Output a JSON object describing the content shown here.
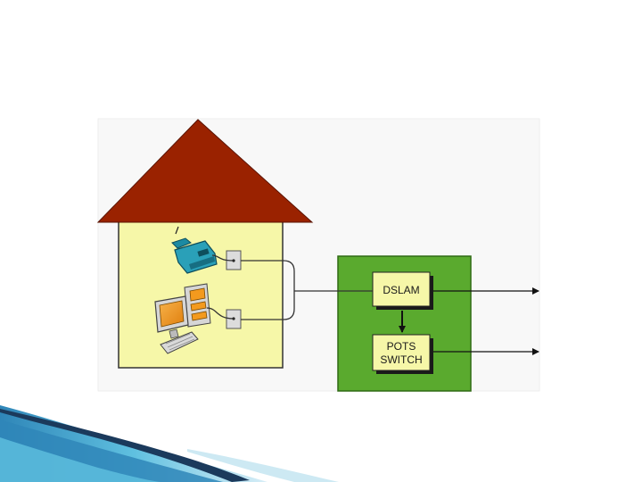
{
  "diagram": {
    "nodes": {
      "dslam": {
        "label": "DSLAM"
      },
      "pots_switch": {
        "label_line1": "POTS",
        "label_line2": "SWITCH"
      }
    },
    "colors": {
      "roof": "#9a2200",
      "house_wall": "#f6f7a8",
      "central_office": "#5aaa2e",
      "node_box": "#f6f7a8",
      "background_panel": "#f8f8f8",
      "telephone": "#2aa0b8",
      "computer_screen": "#f39a1e",
      "wire": "#333333"
    },
    "icons": [
      "telephone-icon",
      "computer-icon",
      "keyboard-icon",
      "wall-jack-icon"
    ],
    "edges": [
      {
        "from": "telephone",
        "to": "wall-jack-top"
      },
      {
        "from": "computer",
        "to": "wall-jack-bottom"
      },
      {
        "from": "wall-jacks",
        "to": "dslam"
      },
      {
        "from": "dslam",
        "to": "pots_switch"
      },
      {
        "from": "dslam",
        "to": "network"
      },
      {
        "from": "pots_switch",
        "to": "network"
      }
    ]
  },
  "decoration": {
    "swoosh_colors": [
      "#1b3a5c",
      "#2f86b8",
      "#5fc0e0",
      "#9ad6ee"
    ]
  }
}
